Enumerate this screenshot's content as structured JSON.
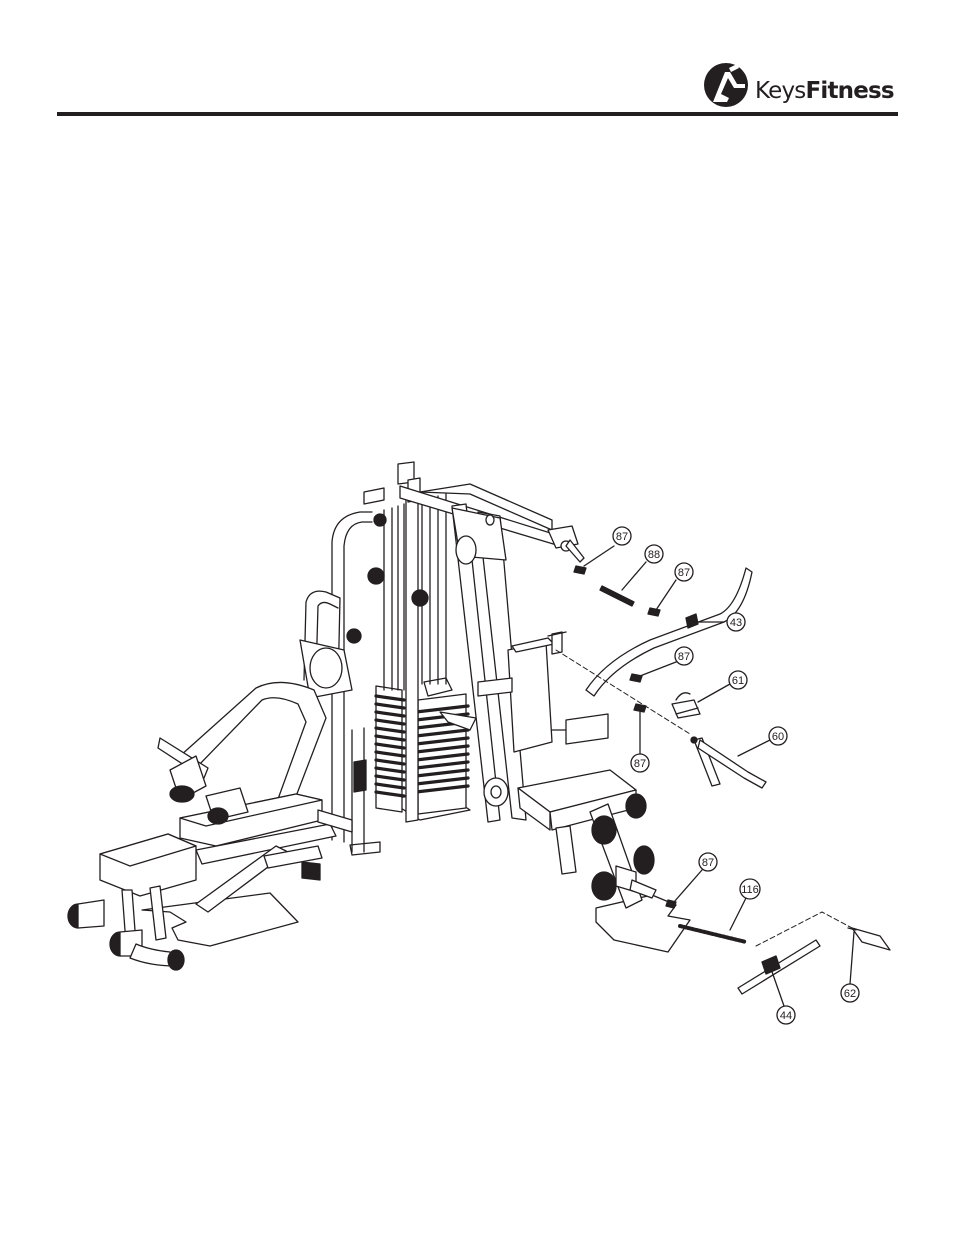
{
  "brand": {
    "name_part1": "Keys",
    "name_part2": "Fitness",
    "colors": {
      "ink": "#231f20",
      "background": "#ffffff"
    },
    "logo_icon": "keys-fitness-runner-logo-icon"
  },
  "diagram": {
    "subject": "multi-station home gym exploded view",
    "callouts": [
      {
        "id": "c87a",
        "label": "87"
      },
      {
        "id": "c88",
        "label": "88"
      },
      {
        "id": "c87b",
        "label": "87"
      },
      {
        "id": "c43",
        "label": "43"
      },
      {
        "id": "c87c",
        "label": "87"
      },
      {
        "id": "c61",
        "label": "61"
      },
      {
        "id": "c60",
        "label": "60"
      },
      {
        "id": "c87d",
        "label": "87"
      },
      {
        "id": "c87e",
        "label": "87"
      },
      {
        "id": "c116",
        "label": "116"
      },
      {
        "id": "c62",
        "label": "62"
      },
      {
        "id": "c44",
        "label": "44"
      }
    ]
  }
}
